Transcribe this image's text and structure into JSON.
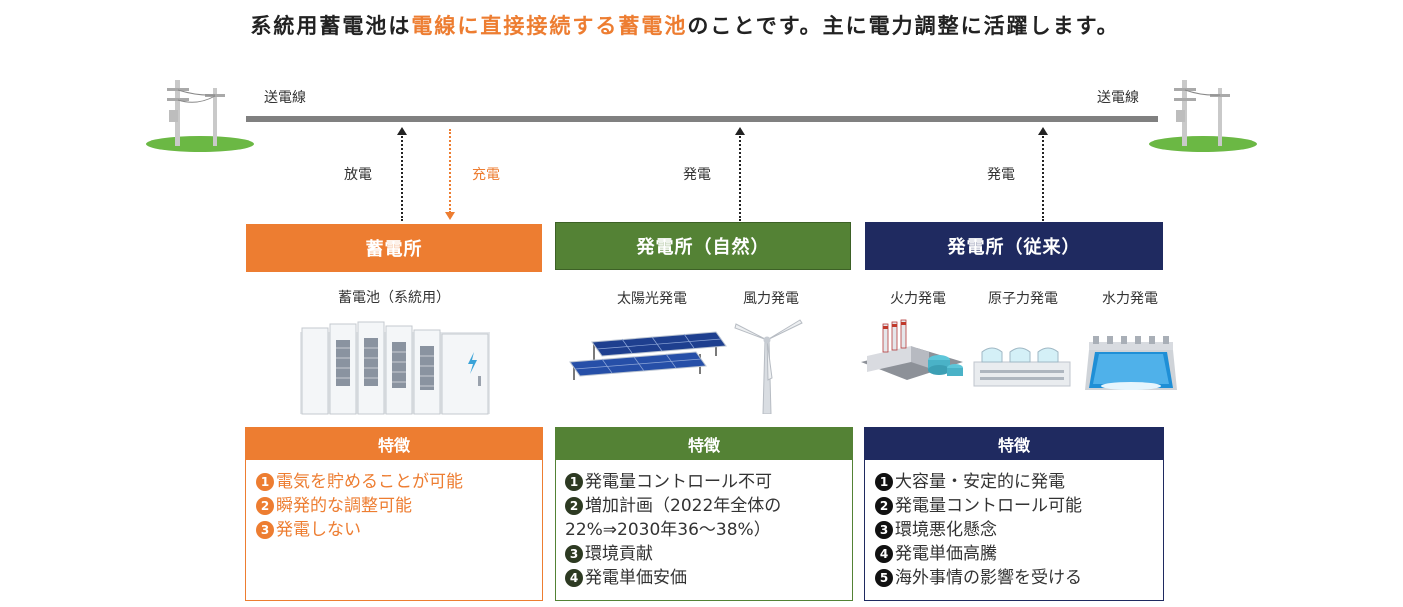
{
  "headline": {
    "part1": "系統用蓄電池は",
    "highlight": "電線に直接接続する蓄電池",
    "part2": "のことです。主に電力調整に活躍します。"
  },
  "transmission": {
    "left_label": "送電線",
    "right_label": "送電線"
  },
  "arrows": {
    "discharge": "放電",
    "charge": "充電",
    "gen_natural": "発電",
    "gen_conventional": "発電"
  },
  "columns": [
    {
      "title": "蓄電所",
      "color": "#ED7D31",
      "items": [
        "蓄電池（系統用）"
      ],
      "feature_title": "特徴",
      "features": [
        "電気を貯めることが可能",
        "瞬発的な調整可能",
        "発電しない"
      ]
    },
    {
      "title": "発電所（自然）",
      "color": "#548235",
      "items": [
        "太陽光発電",
        "風力発電"
      ],
      "feature_title": "特徴",
      "features": [
        "発電量コントロール不可",
        "増加計画（2022年全体の",
        "22%⇒2030年36～38%）",
        "環境貢献",
        "発電単価安価"
      ]
    },
    {
      "title": "発電所（従来）",
      "color": "#1F2A60",
      "items": [
        "火力発電",
        "原子力発電",
        "水力発電"
      ],
      "feature_title": "特徴",
      "features": [
        "大容量・安定的に発電",
        "発電量コントロール可能",
        "環境悪化懸念",
        "発電単価高騰",
        "海外事情の影響を受ける"
      ]
    }
  ],
  "bullets": [
    "1",
    "2",
    "3",
    "4",
    "5"
  ],
  "icons": [
    "utility-pole-icon",
    "battery-storage-icon",
    "solar-panel-icon",
    "wind-turbine-icon",
    "thermal-plant-icon",
    "nuclear-plant-icon",
    "hydro-dam-icon"
  ]
}
